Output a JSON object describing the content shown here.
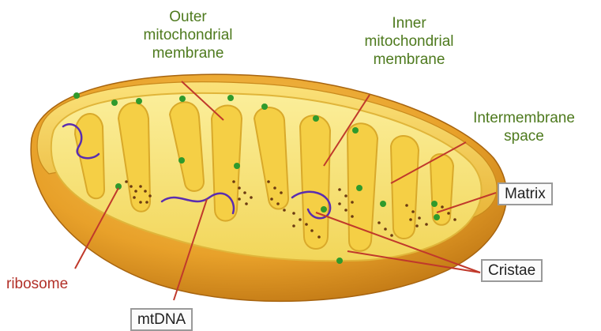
{
  "labels": {
    "outer_membrane": "Outer\nmitochondrial\nmembrane",
    "inner_membrane": "Inner\nmitochondrial\nmembrane",
    "intermembrane_space": "Intermembrane\nspace",
    "matrix": "Matrix",
    "cristae": "Cristae",
    "ribosome": "ribosome",
    "mtdna": "mtDNA"
  },
  "colors": {
    "leader_line": "#c0392b",
    "outer_shell": "#e49a1a",
    "membrane_yellow": "#f4cf3e",
    "matrix_fill": "#f7e37a",
    "ribosome_green": "#2f9a2c",
    "dna_purple": "#5a2db0",
    "particle_brown": "#6b3a12",
    "label_green": "#4e7a1e",
    "label_red": "#b23028"
  }
}
